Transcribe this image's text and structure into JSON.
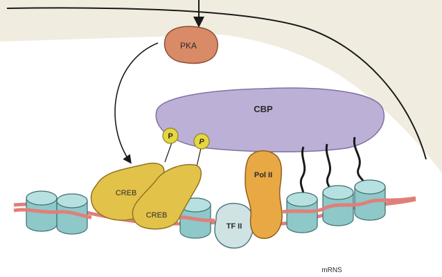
{
  "labels": {
    "pka": "PKA",
    "cbp": "CBP",
    "p1": "P",
    "p2": "P",
    "creb1": "CREB",
    "creb2": "CREB",
    "pol2": "Pol II",
    "tf2": "TF II",
    "mrna": "mRNS"
  },
  "colors": {
    "cytoplasm": "#f1ece0",
    "pka": "#d98a66",
    "cbp": "#bdb0d6",
    "phosphate": "#e6d640",
    "creb": "#e3c24a",
    "pol2": "#e8a844",
    "tf2": "#cfe3e4",
    "nucleosome": "#8ec8c9",
    "dna": "#e07f7a"
  }
}
